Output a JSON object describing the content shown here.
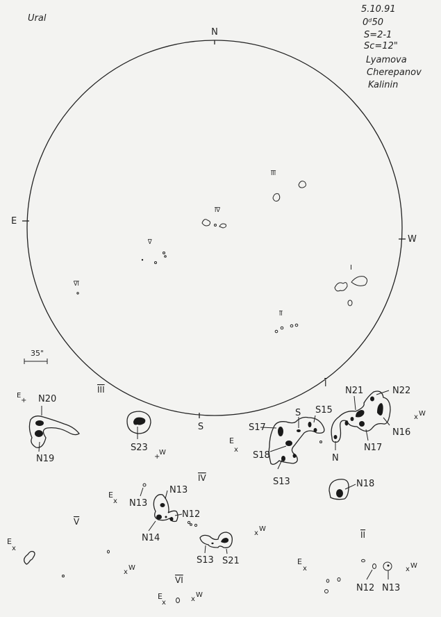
{
  "observatory": "Ural",
  "meta": {
    "date": "5.10.91",
    "time": "0ᵈ50",
    "seeing": "S=2-1",
    "sc": "Sc=12\"",
    "observers": [
      "Lyamova",
      "Cherepanov",
      "Kalinin"
    ]
  },
  "disk": {
    "north": "N",
    "south": "S",
    "east": "E",
    "west": "W"
  },
  "scale_bar": "35\"",
  "groups_on_disk": [
    "I",
    "II",
    "III",
    "IV",
    "V",
    "VI"
  ],
  "details": {
    "III": {
      "numeral": "III",
      "east": "E",
      "west": "W",
      "labels": [
        "N20",
        "N19",
        "S23"
      ]
    },
    "I": {
      "numeral": "I",
      "east": "E",
      "west": "W",
      "labels": [
        "S17",
        "S",
        "S15",
        "S18",
        "S13",
        "N",
        "N21",
        "N22",
        "N16",
        "N17",
        "N18"
      ]
    },
    "IV": {
      "numeral": "IV",
      "east": "E",
      "west": "W",
      "labels": [
        "N13",
        "N13",
        "N12",
        "N14",
        "S13",
        "S21"
      ]
    },
    "V": {
      "numeral": "V",
      "east": "E",
      "west": "W"
    },
    "VI": {
      "numeral": "VI",
      "east": "E",
      "west": "W"
    },
    "II": {
      "numeral": "II",
      "east": "E",
      "west": "W",
      "labels": [
        "N12",
        "N13"
      ]
    }
  }
}
